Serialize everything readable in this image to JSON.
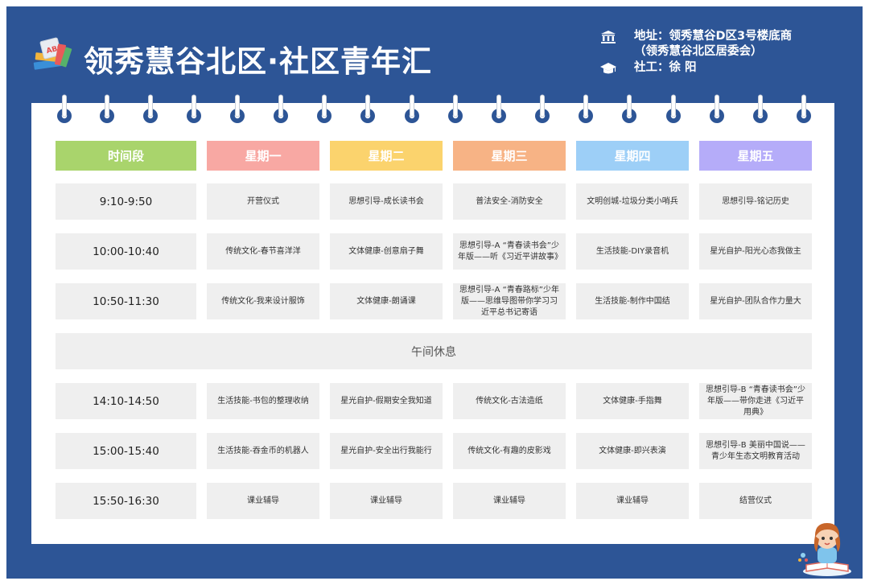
{
  "header": {
    "title": "领秀慧谷北区·社区青年汇",
    "address_line1": "地址：领秀慧谷D区3号楼底商",
    "address_line2": "（领秀慧谷北区居委会）",
    "worker": "社工：徐  阳"
  },
  "schedule": {
    "columns": [
      "时间段",
      "星期一",
      "星期二",
      "星期三",
      "星期四",
      "星期五"
    ],
    "header_colors": [
      "#a9d46c",
      "#f8a8a3",
      "#fbd36d",
      "#f7b385",
      "#9dcff7",
      "#b5acf9"
    ],
    "morning": [
      {
        "time": "9:10-9:50",
        "mon": "开营仪式",
        "tue": "思想引导-成长读书会",
        "wed": "普法安全-消防安全",
        "thu": "文明创城-垃圾分类小哨兵",
        "fri": "思想引导-铭记历史"
      },
      {
        "time": "10:00-10:40",
        "mon": "传统文化-春节喜洋洋",
        "tue": "文体健康-创意扇子舞",
        "wed": "思想引导-A “青春读书会”少年版——听《习近平讲故事》",
        "thu": "生活技能-DIY录音机",
        "fri": "星光自护-阳光心态我做主"
      },
      {
        "time": "10:50-11:30",
        "mon": "传统文化-我来设计服饰",
        "tue": "文体健康-朗诵课",
        "wed": "思想引导-A “青春路标”少年版——思维导图带你学习习近平总书记寄语",
        "thu": "生活技能-制作中国结",
        "fri": "星光自护-团队合作力量大"
      }
    ],
    "lunch": "午间休息",
    "afternoon": [
      {
        "time": "14:10-14:50",
        "mon": "生活技能-书包的整理收纳",
        "tue": "星光自护-假期安全我知道",
        "wed": "传统文化-古法造纸",
        "thu": "文体健康-手指舞",
        "fri": "思想引导-B “青春读书会”少年版——带你走进《习近平用典》"
      },
      {
        "time": "15:00-15:40",
        "mon": "生活技能-吞金币的机器人",
        "tue": "星光自护-安全出行我能行",
        "wed": "传统文化-有趣的皮影戏",
        "thu": "文体健康-即兴表演",
        "fri": "思想引导-B 美丽中国说——青少年生态文明教育活动"
      },
      {
        "time": "15:50-16:30",
        "mon": "课业辅导",
        "tue": "课业辅导",
        "wed": "课业辅导",
        "thu": "课业辅导",
        "fri": "结营仪式"
      }
    ]
  },
  "colors": {
    "frame": "#2d5596",
    "cell": "#efefef",
    "ring": "#2d5596"
  },
  "icons": [
    "books-icon",
    "building-icon",
    "graduation-cap-icon",
    "girl-reading-illustration"
  ]
}
